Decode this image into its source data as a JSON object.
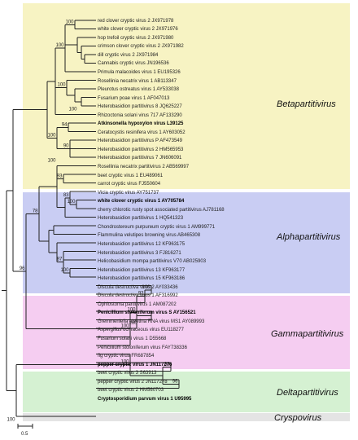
{
  "clades": [
    {
      "name": "Betapartitivirus",
      "color": "#f7f3c3"
    },
    {
      "name": "Alphapartitivirus",
      "color": "#c9cdf3"
    },
    {
      "name": "Gammapartitivirus",
      "color": "#f5cdf1"
    },
    {
      "name": "Deltapartitivirus",
      "color": "#d5f1d2"
    },
    {
      "name": "Cryspovirus",
      "color": "#e4e4e4"
    }
  ],
  "taxa": [
    {
      "label": "red clover cryptic virus 2 JX971978",
      "bold": false
    },
    {
      "label": "white clover cryptic virus 2 JX971976",
      "bold": false
    },
    {
      "label": "hop trefoil cryptic virus 2 JX971980",
      "bold": false
    },
    {
      "label": "crimson clover cryptic virus 2 JX971982",
      "bold": false
    },
    {
      "label": "dill cryptic virus 2 JX971984",
      "bold": false
    },
    {
      "label": "Cannabis cryptic virus JN196536",
      "bold": false
    },
    {
      "label": "Primula malacoides virus 1 EU195326",
      "bold": false
    },
    {
      "label": "Rosellinia necatrix virus 1 AB113347",
      "bold": false
    },
    {
      "label": "Pleurotus ostreatus virus 1 AY533038",
      "bold": false
    },
    {
      "label": "Fusarium poae virus 1 AF047013",
      "bold": false
    },
    {
      "label": "Heterobasidion partitivirus 8 JQ625227",
      "bold": false
    },
    {
      "label": "Rhizoctonia solani virus 717 AF133290",
      "bold": false
    },
    {
      "label": "Atkinsonella hypoxylon virus L39125",
      "bold": true
    },
    {
      "label": "Ceratocystis resinifera virus 1 AY603052",
      "bold": false
    },
    {
      "label": "Heterobasidion partitivirus P AF473549",
      "bold": false
    },
    {
      "label": "Heterobasidion partitivirus 2 HM565953",
      "bold": false
    },
    {
      "label": "Heterobasidion partitivirus 7 JN606091",
      "bold": false
    },
    {
      "label": "Rosellinia necatrix partitivirus 2 AB569997",
      "bold": false
    },
    {
      "label": "beet cryptic virus 1 EU489061",
      "bold": false
    },
    {
      "label": "carrot cryptic virus FJ550604",
      "bold": false
    },
    {
      "label": "Vicia cryptic virus AY751737",
      "bold": false
    },
    {
      "label": "white clover cryptic virus 1 AY705784",
      "bold": true
    },
    {
      "label": "cherry chlorotic rusty spot associated partitivirus AJ781168",
      "bold": false
    },
    {
      "label": "Heterobasidion partitivirus 1 HQ541323",
      "bold": false
    },
    {
      "label": "Chondrostereum purpureum cryptic virus 1 AM999771",
      "bold": false
    },
    {
      "label": "Flammulina velutipes browning virus AB465308",
      "bold": false
    },
    {
      "label": "Heterobasidion partitivirus 12 KF963175",
      "bold": false
    },
    {
      "label": "Heterobasidion partitivirus 3 FJ816271",
      "bold": false
    },
    {
      "label": "Helicobasidium mompa partitivirus V70 AB025903",
      "bold": false
    },
    {
      "label": "Heterobasidion partitivirus 13 KF963177",
      "bold": false
    },
    {
      "label": "Heterobasidion partitivirus 15 KF963186",
      "bold": false
    },
    {
      "label": "Discula destructiva virus 2 AY033436",
      "bold": false
    },
    {
      "label": "Discula destructiva virus 1 AF316992",
      "bold": false
    },
    {
      "label": "Ophiostoma partitivirus 1 AM087202",
      "bold": false
    },
    {
      "label": "Penicillium stoloniferum virus S AY156521",
      "bold": true
    },
    {
      "label": "Gremmeniella abietina RNA virus MS1 AY089993",
      "bold": false
    },
    {
      "label": "Aspergillus ochraceous virus EU118277",
      "bold": false
    },
    {
      "label": "Fusarium solani virus 1 D55668",
      "bold": false
    },
    {
      "label": "Penicillium stoloniferum virus FAY738336",
      "bold": false
    },
    {
      "label": "fig cryptic virus FR687854",
      "bold": false
    },
    {
      "label": "pepper cryptic virus 1 JN117276",
      "bold": true
    },
    {
      "label": "beet cryptic virus 3 S63913",
      "bold": false
    },
    {
      "label": "pepper cryptic virus 2 JN117278",
      "bold": false
    },
    {
      "label": "beet cryptic virus 2 HM560703",
      "bold": false
    },
    {
      "label": "Cryptosporidium parvum virus 1 U95995",
      "bold": true
    }
  ],
  "bootstrap": [
    "100",
    "100",
    "100",
    "100",
    "94",
    "100",
    "90",
    "93",
    "83",
    "100",
    "96",
    "78",
    "100",
    "100",
    "92",
    "100",
    "100",
    "98",
    "96",
    "100",
    "100",
    "100",
    "100",
    "87",
    "100"
  ],
  "scale_bar": {
    "label": "0.5"
  }
}
